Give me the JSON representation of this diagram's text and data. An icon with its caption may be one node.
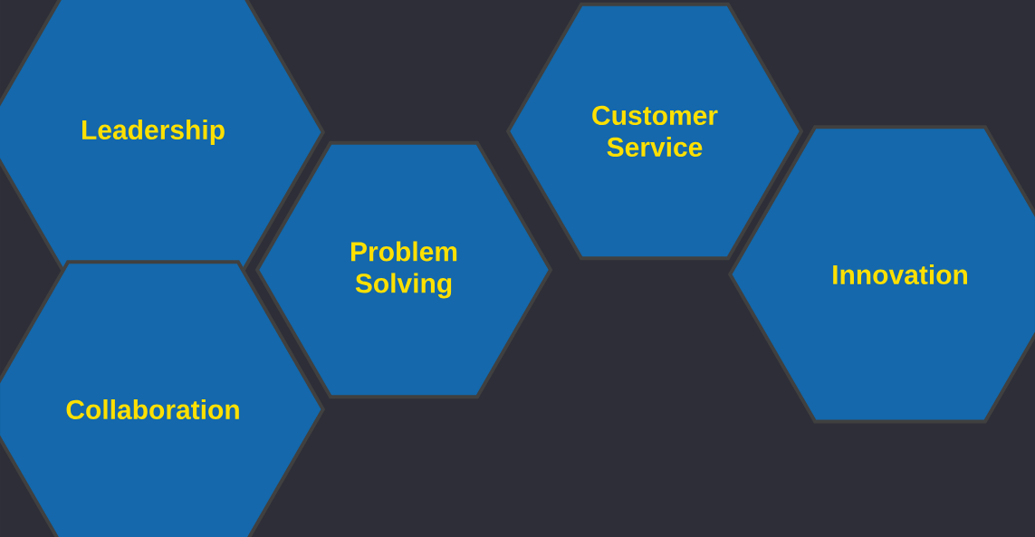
{
  "diagram": {
    "nodes": [
      {
        "text": [
          "Leadership"
        ]
      },
      {
        "text": [
          "Collaboration"
        ]
      },
      {
        "text": [
          "Problem Solving"
        ]
      },
      {
        "text": [
          "Customer Service"
        ]
      },
      {
        "text": [
          "Innovation"
        ]
      }
    ]
  }
}
